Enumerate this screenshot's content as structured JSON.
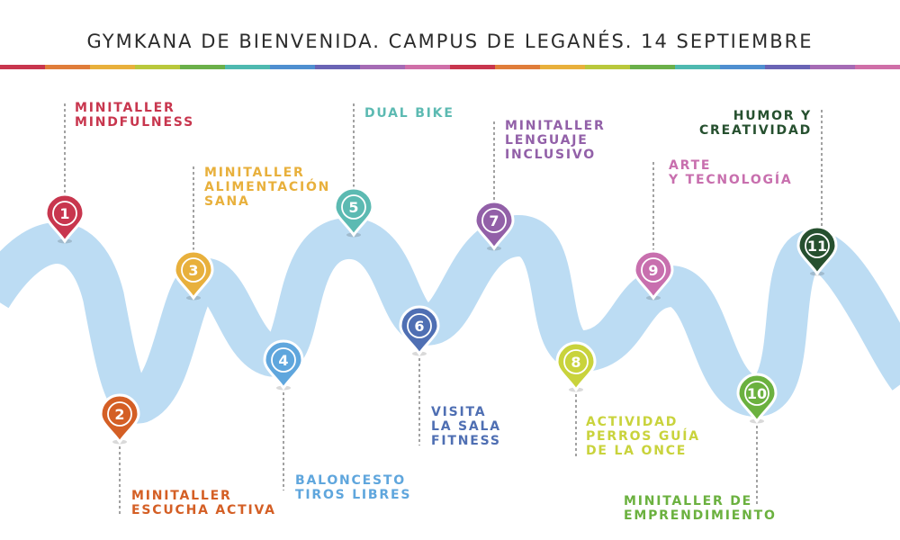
{
  "title": "GYMKANA DE BIENVENIDA. CAMPUS DE LEGANÉS. 14 SEPTIEMBRE",
  "rainbow": [
    "#c8364e",
    "#e07d3a",
    "#e8b03c",
    "#b9c83c",
    "#6bb04a",
    "#4fb9b0",
    "#4f8fd0",
    "#6a64b5",
    "#a56bb5",
    "#cf6fa8",
    "#c8364e",
    "#e07d3a",
    "#e8b03c",
    "#b9c83c",
    "#6bb04a",
    "#4fb9b0",
    "#4f8fd0",
    "#6a64b5",
    "#a56bb5",
    "#cf6fa8"
  ],
  "river_color": "#bcdcf3",
  "stops": [
    {
      "num": "1",
      "color": "#c8364e",
      "lines": [
        "MINITALLER",
        "MINDFULNESS"
      ]
    },
    {
      "num": "2",
      "color": "#d45f25",
      "lines": [
        "MINITALLER",
        "ESCUCHA ACTIVA"
      ]
    },
    {
      "num": "3",
      "color": "#e8b03c",
      "lines": [
        "MINITALLER",
        "ALIMENTACIÓN",
        "SANA"
      ]
    },
    {
      "num": "4",
      "color": "#5fa6dd",
      "lines": [
        "BALONCESTO",
        "TIROS LIBRES"
      ]
    },
    {
      "num": "5",
      "color": "#5cbab2",
      "lines": [
        "DUAL BIKE"
      ]
    },
    {
      "num": "6",
      "color": "#4f6fb3",
      "lines": [
        "VISITA",
        "LA SALA",
        "FITNESS"
      ]
    },
    {
      "num": "7",
      "color": "#9260a8",
      "lines": [
        "MINITALLER",
        "LENGUAJE",
        "INCLUSIVO"
      ]
    },
    {
      "num": "8",
      "color": "#c9d33c",
      "lines": [
        "ACTIVIDAD",
        "PERROS GUÍA",
        "DE LA ONCE"
      ]
    },
    {
      "num": "9",
      "color": "#c86fae",
      "lines": [
        "ARTE",
        "Y TECNOLOGÍA"
      ]
    },
    {
      "num": "10",
      "color": "#6bb13f",
      "lines": [
        "MINITALLER DE",
        "EMPRENDIMIENTO"
      ]
    },
    {
      "num": "11",
      "color": "#26502f",
      "lines": [
        "HUMOR Y",
        "CREATIVIDAD"
      ]
    }
  ]
}
